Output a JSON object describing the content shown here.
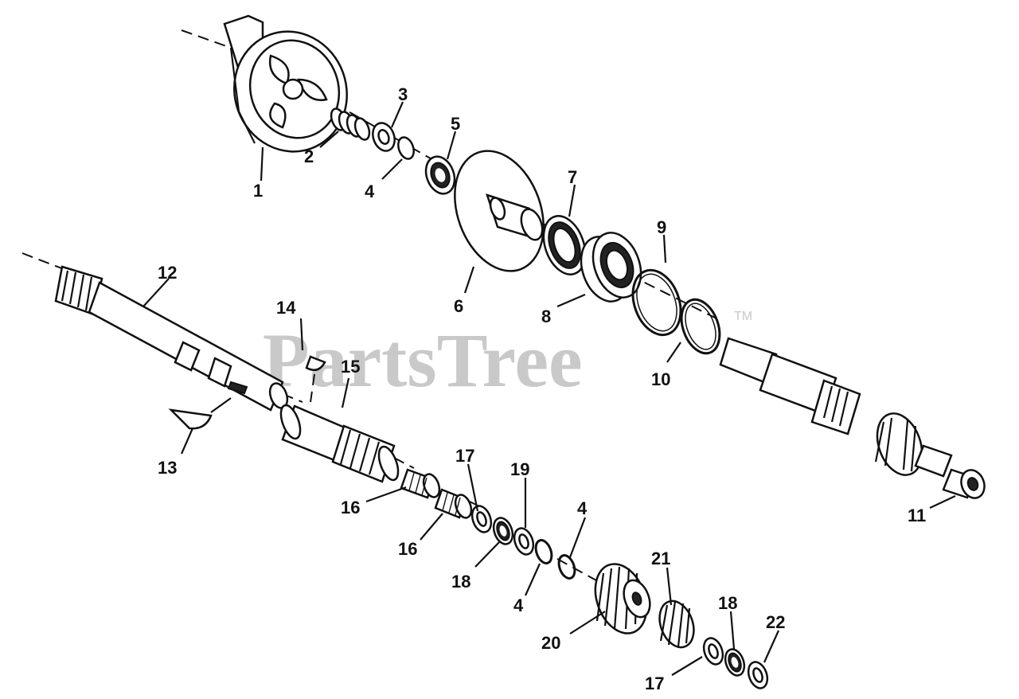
{
  "watermark": {
    "text": "PartsTree",
    "tm": "TM"
  },
  "labels": [
    {
      "id": "1",
      "text": "1"
    },
    {
      "id": "2",
      "text": "2"
    },
    {
      "id": "3",
      "text": "3"
    },
    {
      "id": "4a",
      "text": "4"
    },
    {
      "id": "5",
      "text": "5"
    },
    {
      "id": "6",
      "text": "6"
    },
    {
      "id": "7",
      "text": "7"
    },
    {
      "id": "8",
      "text": "8"
    },
    {
      "id": "9",
      "text": "9"
    },
    {
      "id": "10",
      "text": "10"
    },
    {
      "id": "11",
      "text": "11"
    },
    {
      "id": "12",
      "text": "12"
    },
    {
      "id": "13",
      "text": "13"
    },
    {
      "id": "14",
      "text": "14"
    },
    {
      "id": "15",
      "text": "15"
    },
    {
      "id": "16a",
      "text": "16"
    },
    {
      "id": "16b",
      "text": "16"
    },
    {
      "id": "17a",
      "text": "17"
    },
    {
      "id": "18a",
      "text": "18"
    },
    {
      "id": "19",
      "text": "19"
    },
    {
      "id": "4b",
      "text": "4"
    },
    {
      "id": "4c",
      "text": "4"
    },
    {
      "id": "20",
      "text": "20"
    },
    {
      "id": "21",
      "text": "21"
    },
    {
      "id": "18b",
      "text": "18"
    },
    {
      "id": "22",
      "text": "22"
    },
    {
      "id": "17b",
      "text": "17"
    }
  ]
}
